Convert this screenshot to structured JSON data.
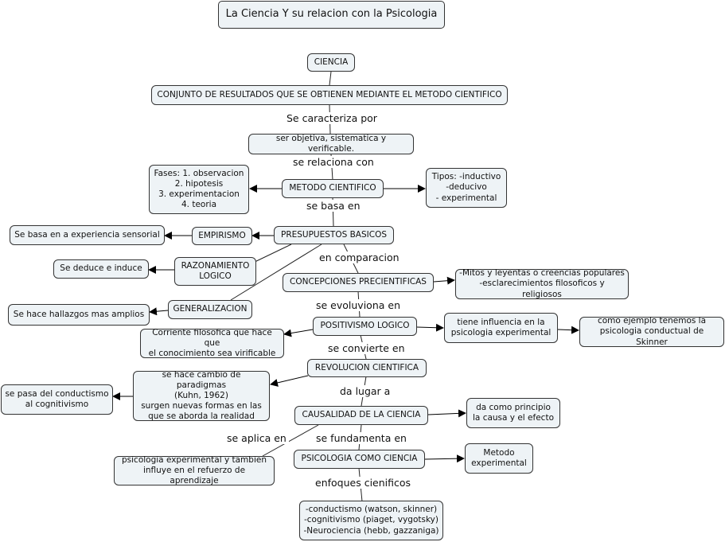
{
  "title": "La Ciencia Y su relacion con la Psicologia",
  "nodes": {
    "ciencia": "CIENCIA",
    "conjunto": "CONJUNTO DE RESULTADOS QUE SE OBTIENEN MEDIANTE EL METODO CIENTIFICO",
    "objetiva": "ser objetiva, sistematica y verificable.",
    "metodo": "METODO CIENTIFICO",
    "fases": "Fases: 1. observacion\n2. hipotesis\n3. experimentacion\n4. teoria",
    "tipos": "Tipos: -inductivo\n-deducivo\n- experimental",
    "presupuestos": "PRESUPUESTOS BASICOS",
    "empirismo": "EMPIRISMO",
    "sensorial": "Se basa en a experiencia sensorial",
    "razonamiento": "RAZONAMIENTO\nLOGICO",
    "deduce": "Se deduce e induce",
    "generalizacion": "GENERALIZACION",
    "hallazgos": "Se hace hallazgos mas amplios",
    "concepciones": "CONCEPCIONES PRECIENTIFICAS",
    "mitos": "-Mitos y leyentas o creencias populares\n-esclarecimientos filosoficos y religiosos",
    "positivismo": "POSITIVISMO LOGICO",
    "corriente": "Corriente filosofica que hace que\nel conocimiento sea virificable",
    "influencia": "tiene influencia en la\npsicologia experimental",
    "skinner": "como ejemplo tenemos la\npsicologia conductual de Skinner",
    "revolucion": "REVOLUCION CIENTIFICA",
    "paradigmas": "se hace cambio de paradigmas\n(Kuhn, 1962)\nsurgen nuevas formas en las\nque se aborda la realidad",
    "conductismo_cog": "se pasa del conductismo\nal cognitivismo",
    "causalidad": "CAUSALIDAD DE LA CIENCIA",
    "principio": "da como principio\nla causa y el efecto",
    "experimental_ref": "psicologia experimental y tambien\ninfluye en el refuerzo de aprendizaje",
    "psicologia": "PSICOLOGIA COMO CIENCIA",
    "metodo_exp": "Metodo\nexperimental",
    "enfoques_list": "-conductismo (watson, skinner)\n-cognitivismo (piaget, vygotsky)\n-Neurociencia (hebb, gazzaniga)"
  },
  "labels": {
    "caracteriza": "Se caracteriza por",
    "relaciona": "se relaciona con",
    "basa": "se basa en",
    "comparacion": "en comparacion",
    "evoluviona": "se evoluviona en",
    "convierte": "se convierte en",
    "lugar": "da lugar a",
    "aplica": "se aplica en",
    "fundamenta": "se fundamenta en",
    "enfoques": "enfoques cienificos"
  }
}
